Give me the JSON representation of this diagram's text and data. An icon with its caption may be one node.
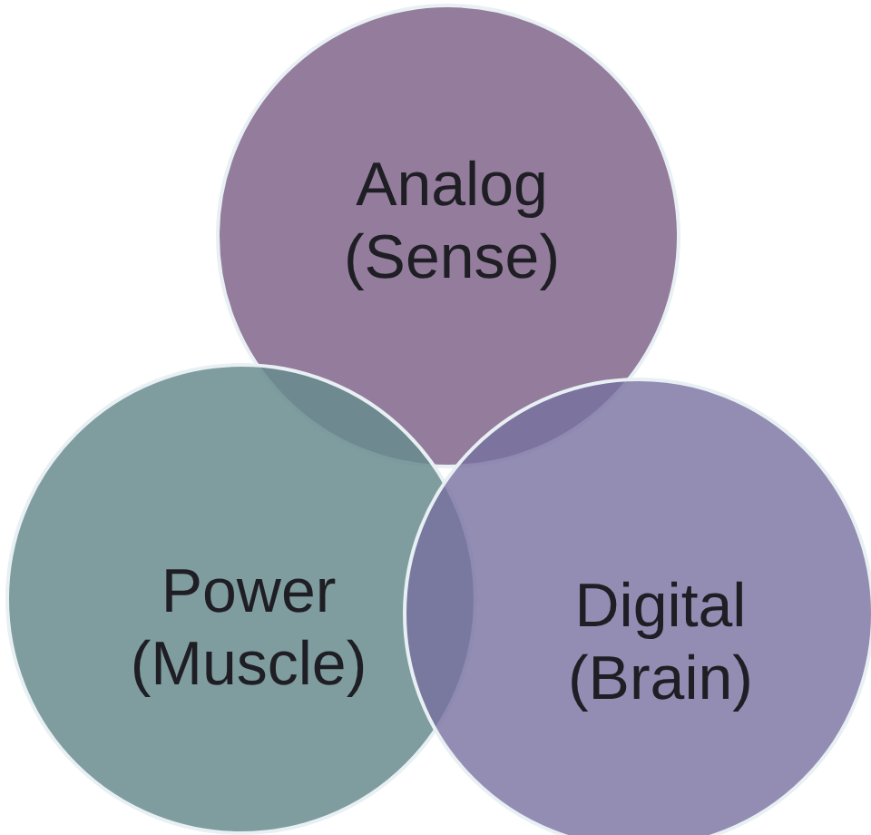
{
  "diagram": {
    "nodes": [
      {
        "text": [
          "Analog (Sense)"
        ]
      },
      {
        "text": [
          "Power (Muscle)"
        ]
      },
      {
        "text": [
          "Digital (Brain)"
        ]
      }
    ]
  }
}
